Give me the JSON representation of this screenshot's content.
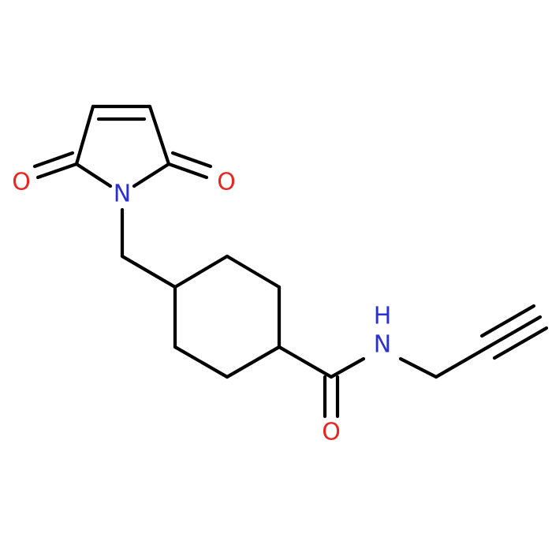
{
  "molecule": {
    "atoms": {
      "oxygen_left": "O",
      "oxygen_right": "O",
      "oxygen_amide": "O",
      "nitrogen_ring": "N",
      "nitrogen_amide_n": "N",
      "nitrogen_amide_h": "H"
    },
    "colors": {
      "bond": "#000000",
      "oxygen": "#e8251f",
      "nitrogen": "#2a2fd6",
      "background": "#ffffff"
    }
  }
}
